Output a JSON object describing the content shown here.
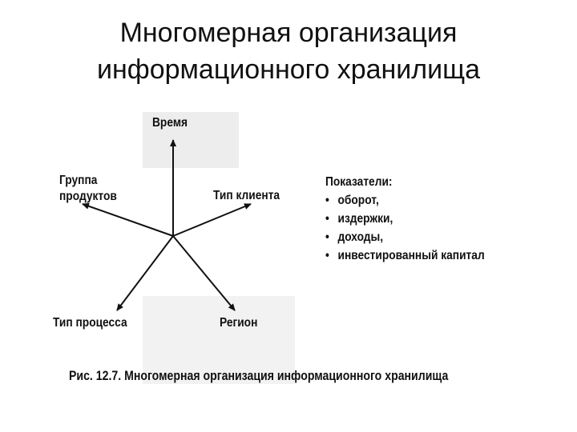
{
  "slide": {
    "title_line1": "Многомерная организация",
    "title_line2": "информационного хранилища"
  },
  "diagram": {
    "axes": [
      {
        "id": "time",
        "label": "Время"
      },
      {
        "id": "product_group",
        "label_line1": "Группа",
        "label_line2": "продуктов"
      },
      {
        "id": "client_type",
        "label": "Тип клиента"
      },
      {
        "id": "process_type",
        "label": "Тип процесса"
      },
      {
        "id": "region",
        "label": "Регион"
      }
    ],
    "indicators": {
      "heading": "Показатели:",
      "items": [
        "оборот,",
        "издержки,",
        "доходы,",
        "инвестированный капитал"
      ]
    },
    "caption": "Рис. 12.7. Многомерная организация информационного хранилища"
  },
  "colors": {
    "ink": "#111111",
    "bleed": "#c4c4c4"
  }
}
